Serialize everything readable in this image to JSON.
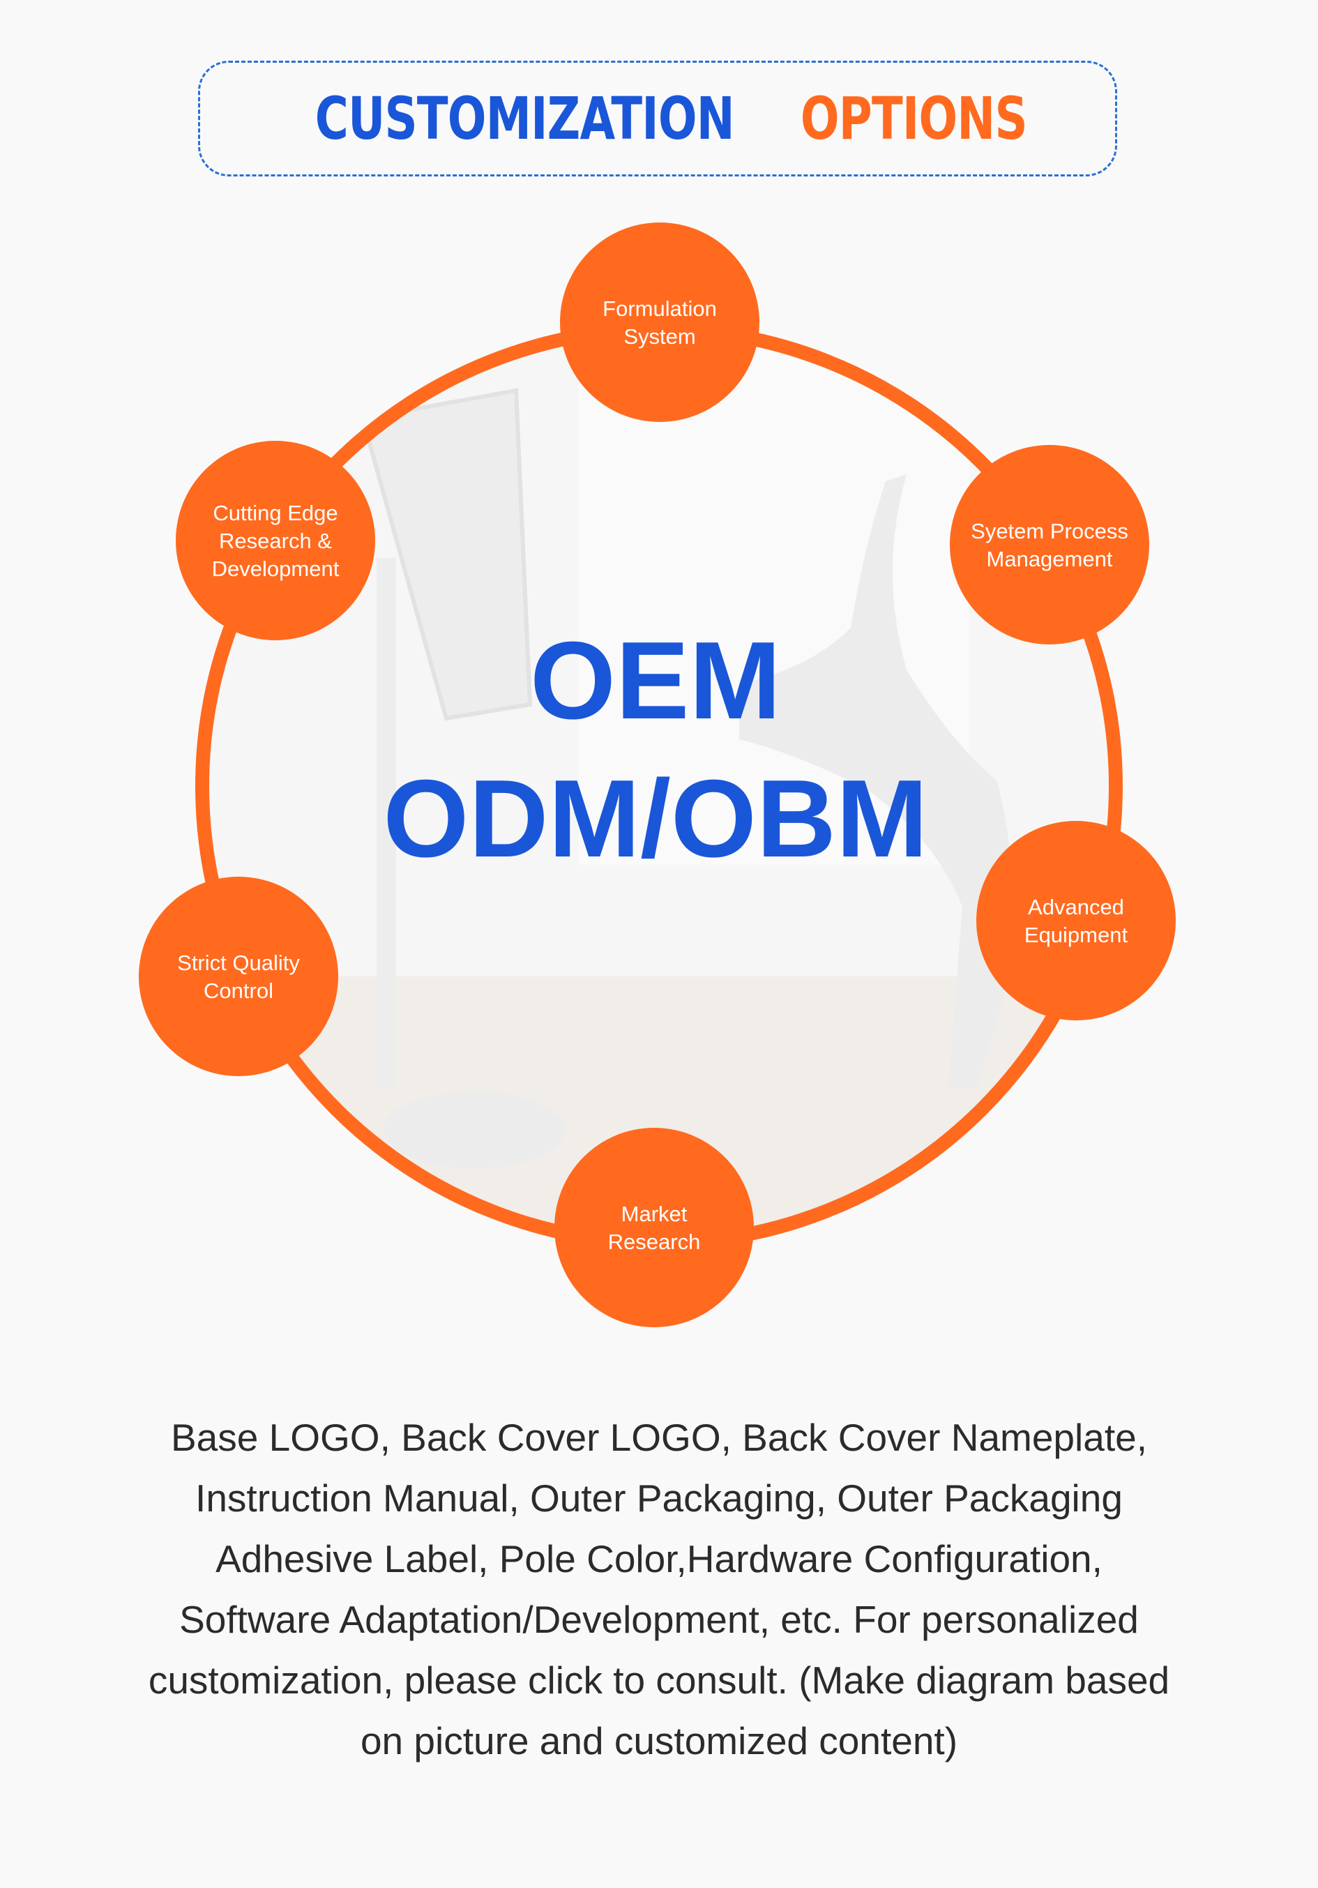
{
  "header": {
    "title_part1": "CUSTOMIZATION",
    "title_part2": "OPTIONS"
  },
  "diagram": {
    "center_line1": "OEM",
    "center_line2": "ODM/OBM",
    "nodes": [
      {
        "id": "formulation",
        "lines": [
          "Formulation",
          "System"
        ]
      },
      {
        "id": "process",
        "lines": [
          "Syetem Process",
          "Management"
        ]
      },
      {
        "id": "equipment",
        "lines": [
          "Advanced",
          "Equipment"
        ]
      },
      {
        "id": "market",
        "lines": [
          "Market",
          "Research"
        ]
      },
      {
        "id": "quality",
        "lines": [
          "Strict Quality",
          "Control"
        ]
      },
      {
        "id": "research",
        "lines": [
          "Cutting Edge",
          "Research &",
          "Development"
        ]
      }
    ]
  },
  "colors": {
    "orange": "#ff6a1f",
    "blue": "#1a56d8",
    "text": "#2b2b2b",
    "background": "#f9f9f9"
  },
  "description": {
    "lines": [
      "Base LOGO, Back Cover LOGO, Back Cover Nameplate,",
      "Instruction Manual, Outer Packaging, Outer Packaging",
      "Adhesive Label, Pole Color,Hardware Configuration,",
      "Software Adaptation/Development, etc. For personalized",
      "customization, please click to consult. (Make diagram based",
      "on picture and customized content)"
    ]
  }
}
